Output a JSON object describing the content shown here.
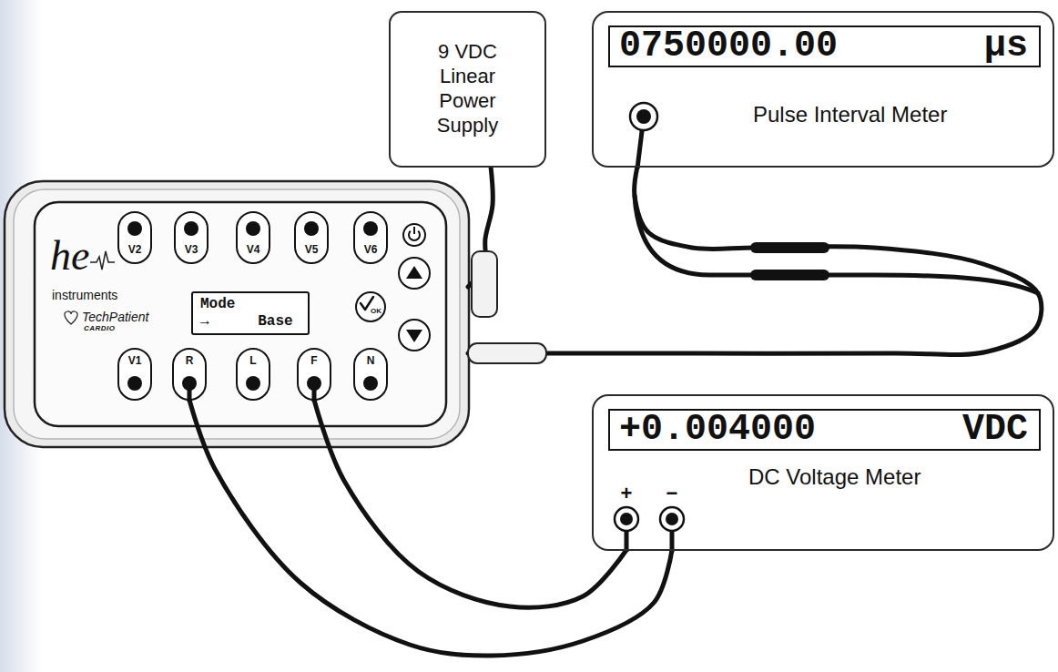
{
  "diagram": {
    "nodes": [
      {
        "text": [
          "9 VDC Linear Power Supply"
        ]
      },
      {
        "text": [
          "Pulse Interval Meter"
        ]
      },
      {
        "text": [
          "0750000.00",
          "µs"
        ],
        "in": 1
      },
      {
        "text": [
          "he",
          "instruments",
          "TechPatient",
          "CARDIO"
        ]
      },
      {
        "text": [
          "V2"
        ],
        "in": 3
      },
      {
        "text": [
          "V3"
        ],
        "in": 3
      },
      {
        "text": [
          "V4"
        ],
        "in": 3
      },
      {
        "text": [
          "V5"
        ],
        "in": 3
      },
      {
        "text": [
          "V6"
        ],
        "in": 3
      },
      {
        "text": [
          "Mode",
          "→ Base"
        ],
        "in": 3
      },
      {
        "text": [
          "OK"
        ],
        "in": 3
      },
      {
        "text": [
          "V1"
        ],
        "in": 3
      },
      {
        "text": [
          "R"
        ],
        "in": 3
      },
      {
        "text": [
          "L"
        ],
        "in": 3
      },
      {
        "text": [
          "F"
        ],
        "in": 3
      },
      {
        "text": [
          "N"
        ],
        "in": 3
      },
      {
        "text": [
          "DC Voltage Meter"
        ]
      },
      {
        "text": [
          "+0.004000",
          "VDC"
        ],
        "in": 16
      }
    ],
    "edges": [
      {
        "from": 0,
        "to": 3,
        "arrow": "none"
      },
      {
        "from": 1,
        "to": 3,
        "arrow": "none"
      },
      {
        "from": 12,
        "to": 16,
        "arrow": "none"
      },
      {
        "from": 14,
        "to": 16,
        "arrow": "none"
      }
    ],
    "labels": [
      "+",
      "−"
    ]
  }
}
